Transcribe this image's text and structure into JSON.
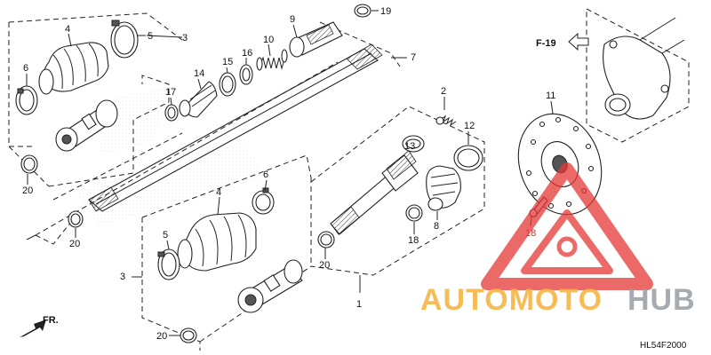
{
  "diagram": {
    "part_numbers": [
      "1",
      "2",
      "3",
      "3",
      "4",
      "4",
      "5",
      "5",
      "6",
      "6",
      "7",
      "8",
      "9",
      "10",
      "11",
      "12",
      "13",
      "14",
      "15",
      "16",
      "17",
      "18",
      "18",
      "19",
      "20",
      "20",
      "20",
      "20"
    ],
    "reference_label": "F-19",
    "front_label": "FR.",
    "diagram_code": "HL54F2000"
  },
  "watermark": {
    "brand_part1": "AUTOMOTO",
    "brand_part2": "HUB",
    "color_primary": "#f5b342",
    "color_secondary": "#9aa0a6",
    "triangle_color": "#e53935"
  }
}
